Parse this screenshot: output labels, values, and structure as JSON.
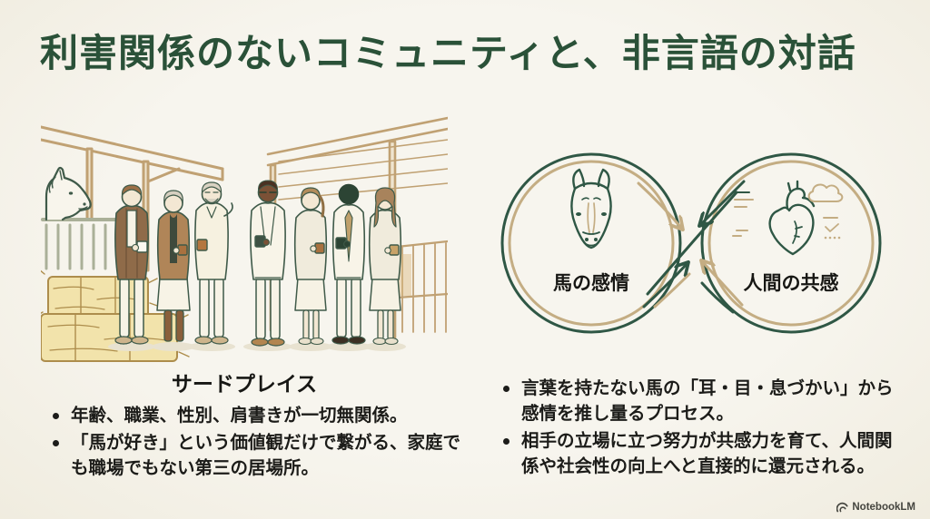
{
  "slide": {
    "title": "利害関係のないコミュニティと、非言語の対話",
    "colors": {
      "background": "#f5f2e9",
      "title_green": "#2a5138",
      "loop_green": "#2f5745",
      "loop_tan": "#c4ad83",
      "body_text": "#1c1c19"
    }
  },
  "left_panel": {
    "illustration_name": "stable-community-illustration",
    "heading": "サードプレイス",
    "bullets": [
      "年齢、職業、性別、肩書きが一切無関係。",
      "「馬が好き」という価値観だけで繋がる、家庭でも職場でもない第三の居場所。"
    ]
  },
  "right_panel": {
    "diagram": {
      "type": "infinity-loop",
      "left_node": {
        "icon": "horse-head-icon",
        "label": "馬の感情"
      },
      "right_node": {
        "icon": "anatomical-heart-icon",
        "label": "人間の共感"
      }
    },
    "bullets": [
      "言葉を持たない馬の「耳・目・息づかい」から感情を推し量るプロセス。",
      "相手の立場に立つ努力が共感力を育て、人間関係や社会性の向上へと直接的に還元される。"
    ]
  },
  "footer": {
    "brand": "NotebookLM"
  }
}
